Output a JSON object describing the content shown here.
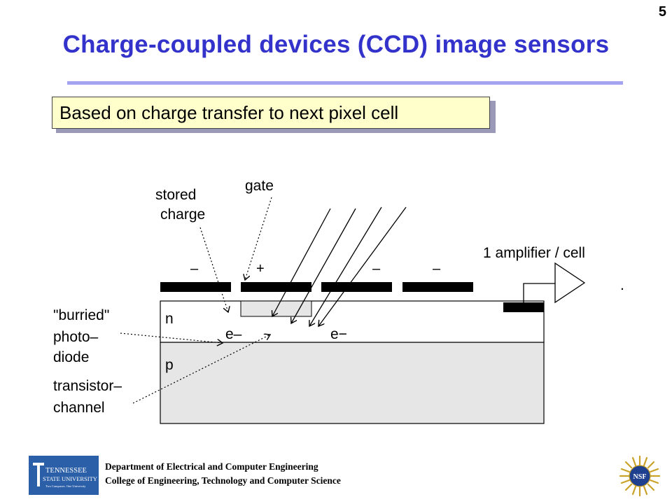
{
  "slide": {
    "page_number": "5",
    "title": "Charge-coupled devices (CCD) image sensors",
    "callout": "Based on charge transfer to next pixel cell"
  },
  "diagram": {
    "labels": {
      "stored_line1": "stored",
      "stored_line2": "charge",
      "gate": "gate",
      "amplifier": "1 amplifier / cell",
      "burried_line1": "\"burried\"",
      "burried_line2": "photo–",
      "burried_line3": "diode",
      "transistor_line1": "transistor–",
      "transistor_line2": "channel",
      "n_region": "n",
      "p_region": "p",
      "electron_1": "e–",
      "electron_2": "e−",
      "dot": "."
    },
    "gate_signs": [
      "–",
      "+",
      "–",
      "–"
    ]
  },
  "footer": {
    "dept_line1": "Department of Electrical and Computer Engineering",
    "dept_line2": "College of Engineering, Technology and Computer Science",
    "logo_word1": "TENNESSEE",
    "logo_word2": "STATE UNIVERSITY",
    "logo_tagline": "Two Campuses. One University",
    "nsf_text": "NSF"
  },
  "colors": {
    "title": "#3333cc",
    "rule": "#a3a3f0",
    "callout_fill": "#ffffcc",
    "p_region": "#e6e6e6",
    "logo_blue": "#2b5fa8"
  },
  "icons": [
    "tsu-logo",
    "nsf-logo-icon"
  ]
}
